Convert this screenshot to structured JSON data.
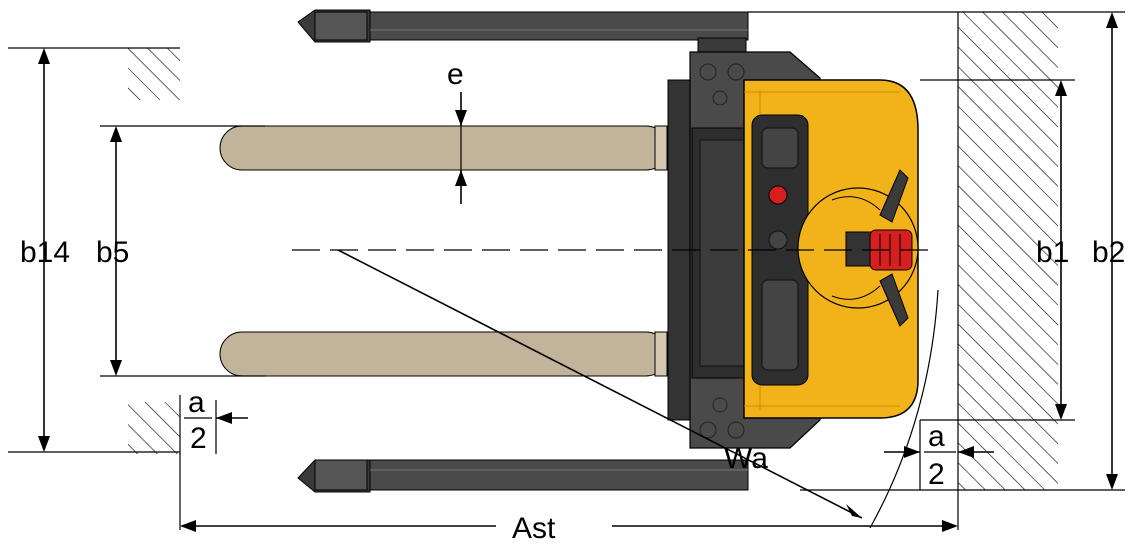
{
  "labels": {
    "b14": "b14",
    "b5": "b5",
    "b1": "b1",
    "b2": "b2",
    "e": "e",
    "wa": "Wa",
    "ast": "Ast",
    "a_top_left": "a",
    "two_left": "2",
    "a_top_right": "a",
    "two_right": "2"
  },
  "colors": {
    "chassis": "#4a4a4a",
    "chassis_dark": "#2e2e2e",
    "body_yellow": "#f2b21a",
    "fork_tan": "#c2b49a",
    "red_control": "#d62020"
  }
}
